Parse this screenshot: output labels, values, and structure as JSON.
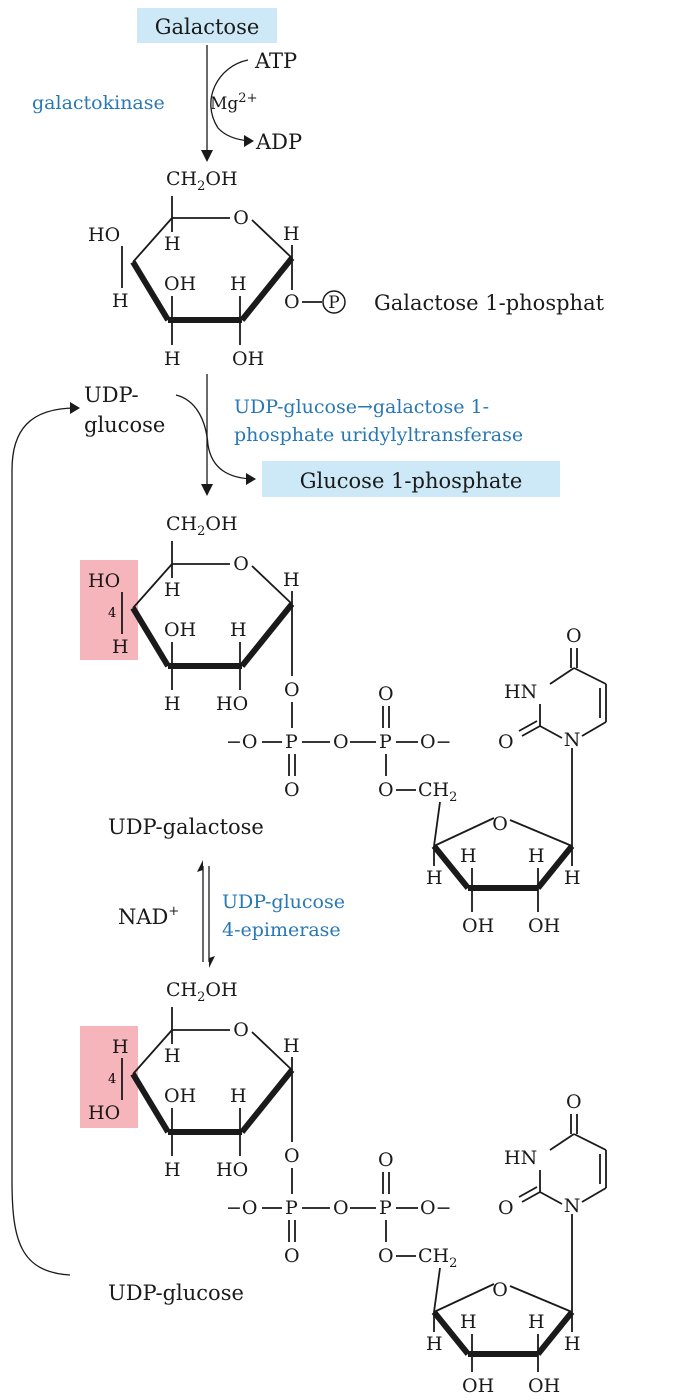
{
  "compounds": {
    "galactose": "Galactose",
    "galactose_1_phosphate": "Galactose 1-phosphat",
    "udp_glucose_in_line1": "UDP-",
    "udp_glucose_in_line2": "glucose",
    "glucose_1_phosphate": "Glucose 1-phosphate",
    "udp_galactose": "UDP-galactose",
    "udp_glucose": "UDP-glucose"
  },
  "cofactors": {
    "atp": "ATP",
    "mg": "Mg",
    "mg_charge": "2+",
    "adp": "ADP",
    "nad": "NAD",
    "nad_charge": "+"
  },
  "enzymes": {
    "galactokinase": "galactokinase",
    "uridylyltransferase_line1": "UDP-glucose→galactose 1-",
    "uridylyltransferase_line2": "phosphate uridylyltransferase",
    "epimerase_line1": "UDP-glucose",
    "epimerase_line2": "4-epimerase"
  },
  "atoms": {
    "ch2oh_ch": "CH",
    "ch2oh_sub": "2",
    "ch2oh_oh": "OH",
    "ch2_ch": "CH",
    "ch2_sub": "2",
    "ring_o": "O",
    "h": "H",
    "ho": "HO",
    "oh": "OH",
    "o": "O",
    "p": "P",
    "o_minus": "−O",
    "o_minus_r": "O−",
    "hn": "HN",
    "n": "N",
    "c4": "4",
    "phosphate_circle": "P"
  },
  "colors": {
    "enzyme": "#2878b5",
    "highlight_blue": "#cde8f6",
    "highlight_red": "#f5b5bb"
  }
}
